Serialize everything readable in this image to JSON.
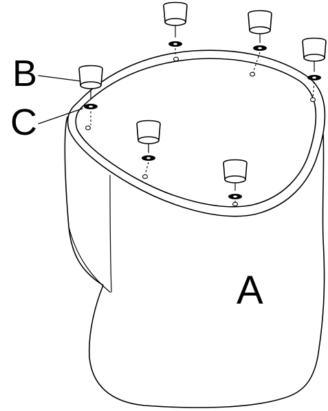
{
  "labels": {
    "a": "A",
    "b": "B",
    "c": "C"
  },
  "colors": {
    "line": "#000000",
    "background": "#ffffff"
  },
  "parts": {
    "body": "A",
    "feet": "B",
    "washers": "C"
  },
  "foot_count": 6
}
